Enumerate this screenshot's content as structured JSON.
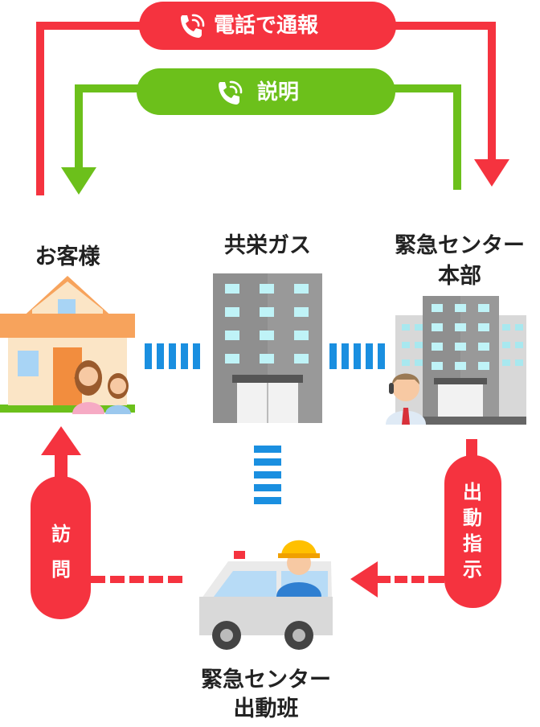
{
  "labels": {
    "customer": "お客様",
    "gas_company": "共栄ガス",
    "hq_line1": "緊急センター",
    "hq_line2": "本部",
    "team_line1": "緊急センター",
    "team_line2": "出動班"
  },
  "flows": {
    "call_report": "電話で通報",
    "explanation": "説明",
    "visit": [
      "訪",
      "問"
    ],
    "dispatch": [
      "出",
      "動",
      "指",
      "示"
    ]
  },
  "icons": [
    "phone-icon",
    "house-icon",
    "family-icon",
    "building-icon",
    "operator-icon",
    "service-car-icon",
    "worker-icon"
  ],
  "colors": {
    "red": "#f5333f",
    "green": "#6cc01b",
    "blue": "#1a8fe0",
    "building_gray": "#8f8f8f",
    "house_orange": "#f7a35c"
  }
}
